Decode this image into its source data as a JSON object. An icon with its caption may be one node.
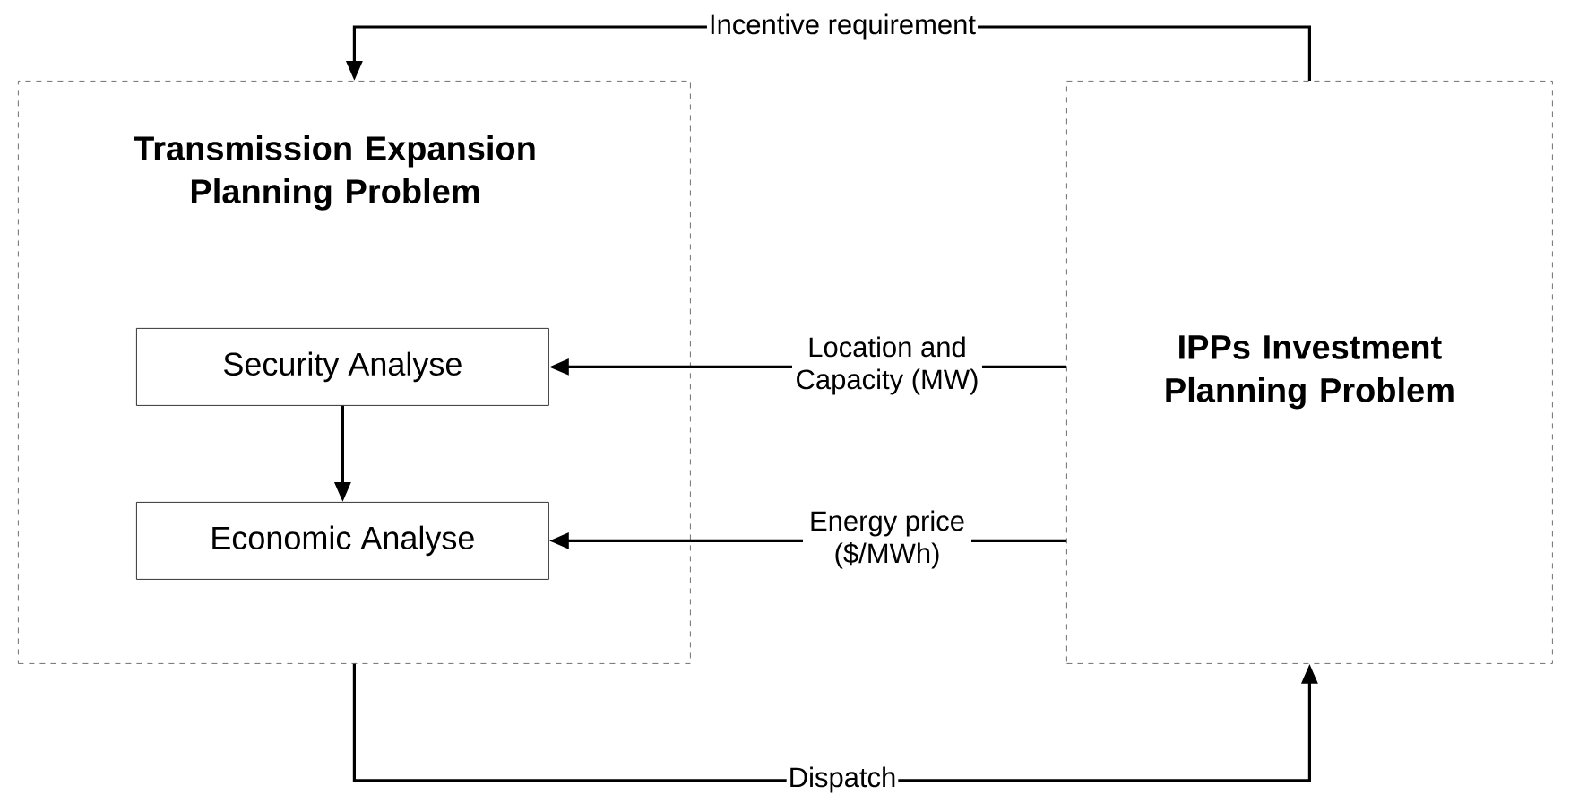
{
  "diagram": {
    "nodes": [
      {
        "text": [
          "Transmission Expansion Planning Problem"
        ]
      },
      {
        "text": [
          "Security Analyse"
        ],
        "in": 0
      },
      {
        "text": [
          "Economic Analyse"
        ],
        "in": 0
      },
      {
        "text": [
          "IPPs Investment Planning Problem"
        ]
      }
    ],
    "edges": [
      {
        "from": 3,
        "to": 0,
        "arrow": "to",
        "label": "Incentive requirement"
      },
      {
        "from": 3,
        "to": 1,
        "arrow": "to",
        "label": "Location and Capacity (MW)"
      },
      {
        "from": 1,
        "to": 2,
        "arrow": "to"
      },
      {
        "from": 3,
        "to": 2,
        "arrow": "to",
        "label": "Energy price ($/MWh)"
      },
      {
        "from": 0,
        "to": 3,
        "arrow": "to",
        "label": "Dispatch"
      }
    ]
  }
}
